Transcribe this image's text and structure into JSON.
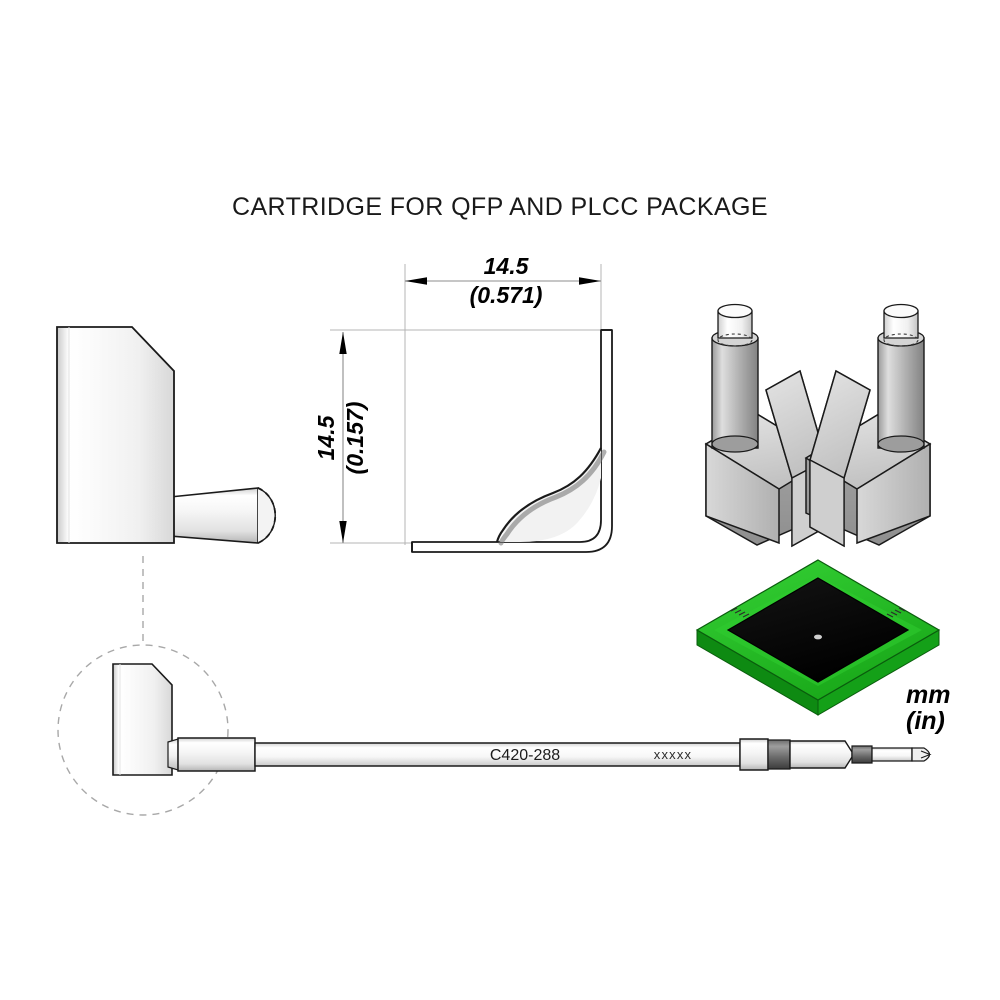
{
  "drawing": {
    "title": "CARTRIDGE FOR QFP AND PLCC PACKAGE",
    "units_primary": "mm",
    "units_secondary": "(in)",
    "background_color": "#ffffff",
    "line_color": "#1a1a1a"
  },
  "dimensions": {
    "width": {
      "mm": "14.5",
      "in": "(0.571)"
    },
    "height": {
      "mm": "14.5",
      "in": "(0.157)"
    }
  },
  "cartridge": {
    "part_number": "C420-288",
    "batch_marking": "xxxxx"
  },
  "views": {
    "side_view_name": "side-elevation-view",
    "profile_view_name": "l-profile-section-view",
    "iso_view_name": "isometric-tip-pair-view",
    "component_name": "qfp-package-on-pcb",
    "full_view_name": "full-cartridge-view",
    "detail_view_name": "detail-circle-view"
  },
  "colors": {
    "pcb_green": "#22c022",
    "pcb_green_dark": "#0f8a14",
    "chip_black": "#0a0a0a",
    "metal_light": "#f2f2f2",
    "metal_mid": "#b8b8b8",
    "metal_dark": "#808080",
    "outline": "#1a1a1a"
  }
}
